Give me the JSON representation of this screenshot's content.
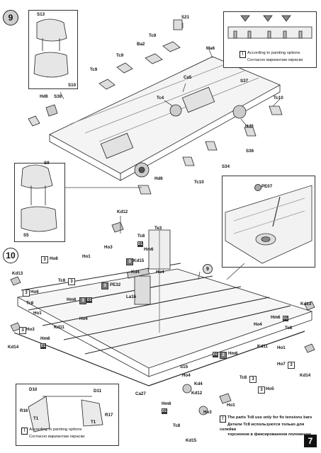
{
  "steps": {
    "step9": "9",
    "step10": "10"
  },
  "page_number": "7",
  "step9_labels": {
    "s13": "S13",
    "s21": "S21",
    "ma6": "Ma6",
    "tc9a": "Tc9",
    "tc9b": "Tc9",
    "tc9c": "Tc9",
    "ba2": "Ba2",
    "s10": "S10",
    "hd6a": "Hd6",
    "s38": "S38",
    "ca5": "Ca5",
    "tc4": "Tc4",
    "s37": "S37",
    "tc10a": "Tc10",
    "hd6b": "Hd6",
    "s36": "S36",
    "s34": "S34",
    "tc10b": "Tc10",
    "hd6c": "Hd6",
    "s9": "S9",
    "s5": "S5"
  },
  "step9_note": {
    "en": "According to painting options",
    "ru": "Согласно вариантам окраски"
  },
  "pe07_label": "PE07",
  "step10_labels": {
    "kd12": "Kd12",
    "tc8a": "Tc8",
    "te3": "Te3",
    "ho8": "Ho8",
    "ho1a": "Ho1",
    "ho3a": "Ho3",
    "hm6a": "Hm6",
    "kd15a": "Kd15",
    "kd13a": "Kd13",
    "ho6": "Ho6",
    "tc8b": "Tc8",
    "kd4a": "Kd4",
    "ho4a": "Ho4",
    "pe32": "PE32",
    "la16": "La16",
    "tc8c": "Tc8",
    "hm6b": "Hm6",
    "ho1b": "Ho1",
    "ho4b": "Ho4",
    "ho3b": "Ho3",
    "kd11a": "Kd11",
    "hm6c": "Hm6",
    "kd14a": "Kd14",
    "hm6d": "Hm6",
    "kd13b": "Kd13",
    "tc8d": "Tc8",
    "ho4c": "Ho4",
    "kd11b": "Kd11",
    "ho1c": "Ho1",
    "ho7": "Ho7",
    "kd14b": "Kd14",
    "hm6e": "Hm6",
    "s15": "S15",
    "ho4d": "Ho4",
    "kd4b": "Kd4",
    "tc8e": "Tc8",
    "ho5": "Ho5",
    "d10": "D10",
    "d11": "D11",
    "r16": "R16",
    "r17": "R17",
    "t1a": "T1",
    "t1b": "T1",
    "ca27": "Ca27",
    "hm6f": "Hm6",
    "kd12b": "Kd12",
    "ho3c": "Ho3",
    "ho1d": "Ho1",
    "tc8f": "Tc8",
    "kd15b": "Kd15"
  },
  "step10_inset_note": {
    "en": "According to painting options",
    "ru": "Согласно вариантам окраски"
  },
  "tc8_note": {
    "en": "The parts Tc8 use only for fix tensions bars",
    "ru1": "Детали Tc8 используются только для склейки",
    "ru2": "торсионов в фиксированном положении"
  },
  "qty_badges": {
    "q3": "3",
    "d1": "D1",
    "ref9": "9"
  }
}
